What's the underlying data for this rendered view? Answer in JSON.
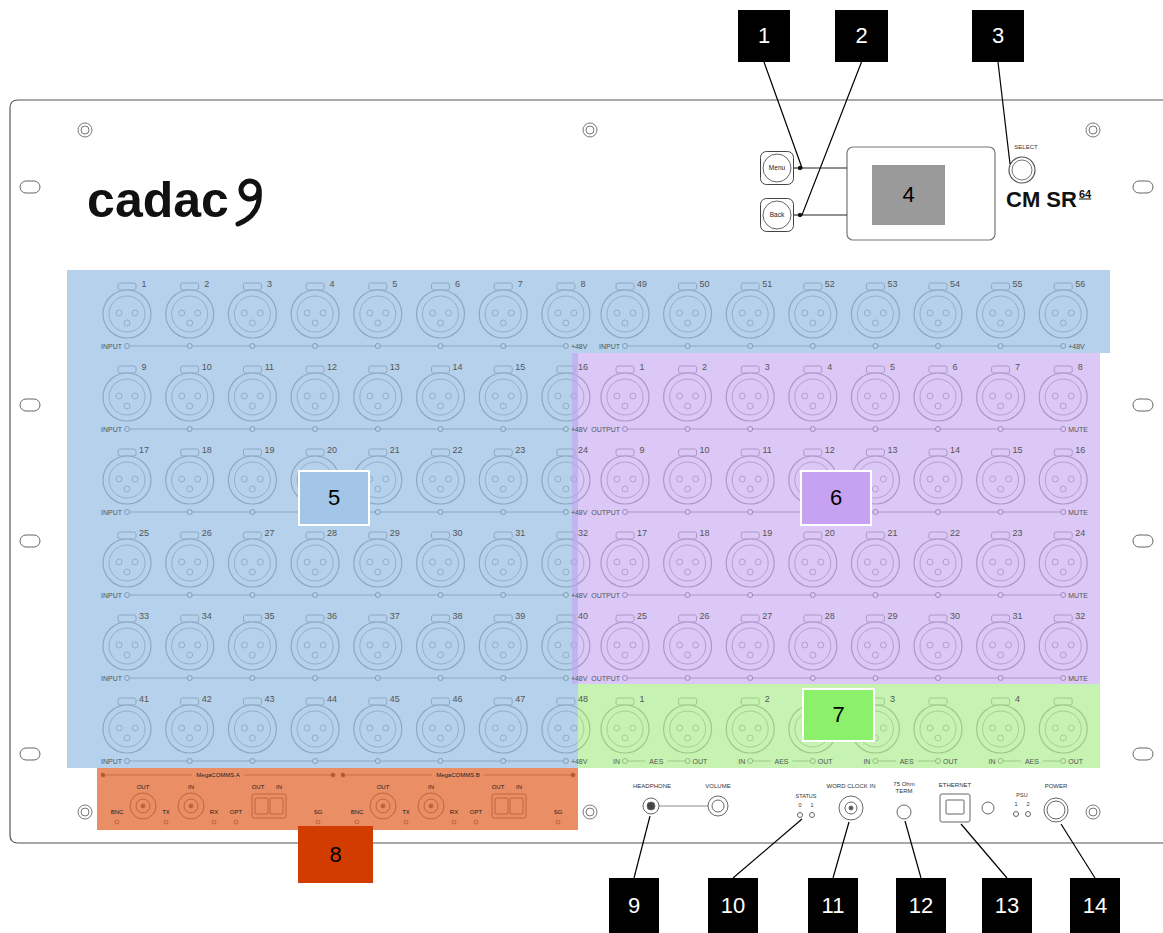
{
  "diagram": {
    "nodes": [
      {
        "text": [
          "1"
        ]
      },
      {
        "text": [
          "2"
        ]
      },
      {
        "text": [
          "3"
        ]
      },
      {
        "text": [
          "Menu"
        ]
      },
      {
        "text": [
          "4"
        ]
      },
      {
        "text": [
          "Back"
        ]
      },
      {
        "text": [
          "5"
        ]
      },
      {
        "text": [
          "6"
        ]
      },
      {
        "text": [
          "7"
        ]
      },
      {
        "text": [
          "8"
        ]
      },
      {
        "text": [
          "9"
        ]
      },
      {
        "text": [
          "10"
        ]
      },
      {
        "text": [
          "11"
        ]
      },
      {
        "text": [
          "12"
        ]
      },
      {
        "text": [
          "13"
        ]
      },
      {
        "text": [
          "14"
        ]
      }
    ],
    "edges": [
      {
        "from": 0,
        "to": 3,
        "arrow": "none"
      },
      {
        "from": 1,
        "to": 5,
        "arrow": "none"
      }
    ],
    "labels": [
      "cadac",
      "CM SR",
      "64",
      "SELECT",
      "1",
      "2",
      "3",
      "4",
      "5",
      "6",
      "7",
      "8",
      "INPUT",
      "+48V",
      "9",
      "10",
      "11",
      "12",
      "13",
      "14",
      "15",
      "16",
      "INPUT",
      "+48V",
      "17",
      "18",
      "19",
      "20",
      "21",
      "22",
      "23",
      "24",
      "INPUT",
      "+48V",
      "25",
      "26",
      "27",
      "28",
      "29",
      "30",
      "31",
      "32",
      "INPUT",
      "+48V",
      "33",
      "34",
      "35",
      "36",
      "37",
      "38",
      "39",
      "40",
      "INPUT",
      "+48V",
      "41",
      "42",
      "43",
      "44",
      "45",
      "46",
      "47",
      "48",
      "INPUT",
      "+48V",
      "49",
      "50",
      "51",
      "52",
      "53",
      "54",
      "55",
      "56",
      "INPUT",
      "+48V",
      "1",
      "2",
      "3",
      "4",
      "5",
      "6",
      "7",
      "8",
      "OUTPUT",
      "MUTE",
      "9",
      "10",
      "11",
      "12",
      "13",
      "14",
      "15",
      "16",
      "OUTPUT",
      "MUTE",
      "17",
      "18",
      "19",
      "20",
      "21",
      "22",
      "23",
      "24",
      "OUTPUT",
      "MUTE",
      "25",
      "26",
      "27",
      "28",
      "29",
      "30",
      "31",
      "32",
      "OUTPUT",
      "MUTE",
      "1",
      "IN",
      "AES",
      "OUT",
      "2",
      "IN",
      "AES",
      "OUT",
      "3",
      "IN",
      "AES",
      "OUT",
      "4",
      "IN",
      "AES",
      "OUT",
      "MegaCOMMS A",
      "OUT",
      "IN",
      "BNC",
      "TX",
      "RX",
      "OPT",
      "OUT",
      "IN",
      "SG",
      "MegaCOMMS B",
      "OUT",
      "IN",
      "BNC",
      "TX",
      "RX",
      "OPT",
      "OUT",
      "IN",
      "SG",
      "HEADPHONE",
      "VOLUME",
      "WORD CLOCK IN",
      "STATUS",
      "0",
      "1",
      "75 Ohm TERM",
      "ETHERNET",
      "PSU",
      "1",
      "2",
      "POWER"
    ]
  }
}
